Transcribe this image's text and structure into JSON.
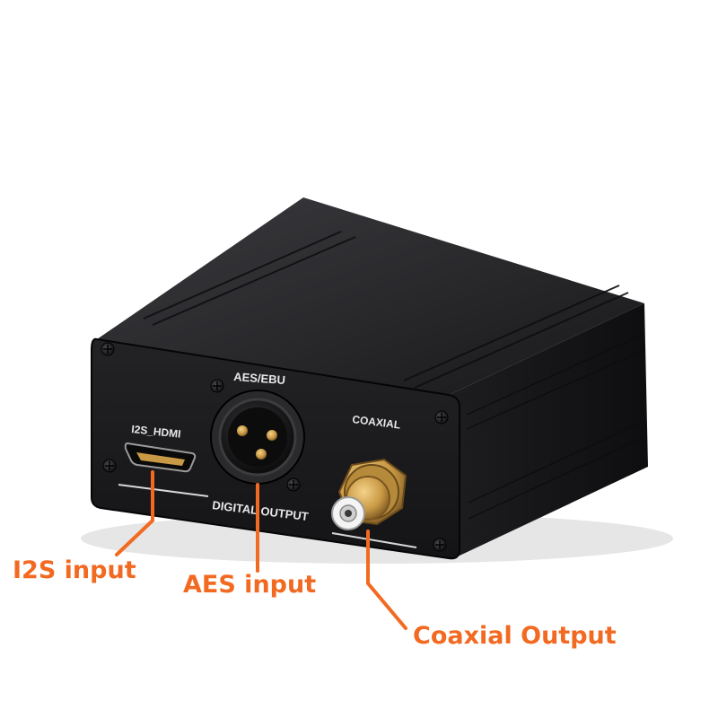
{
  "device": {
    "panel_labels": {
      "aes_ebu": "AES/EBU",
      "i2s_hdmi": "I2S_HDMI",
      "coaxial": "COAXIAL",
      "digital_output": "DIGITAL OUTPUT"
    }
  },
  "callouts": {
    "i2s": "I2S input",
    "aes": "AES input",
    "coaxial": "Coaxial Output"
  },
  "colors": {
    "callout": "#f26a21",
    "enclosure": "#1b1b1d",
    "gold": "#c99a45",
    "background": "#ffffff"
  }
}
